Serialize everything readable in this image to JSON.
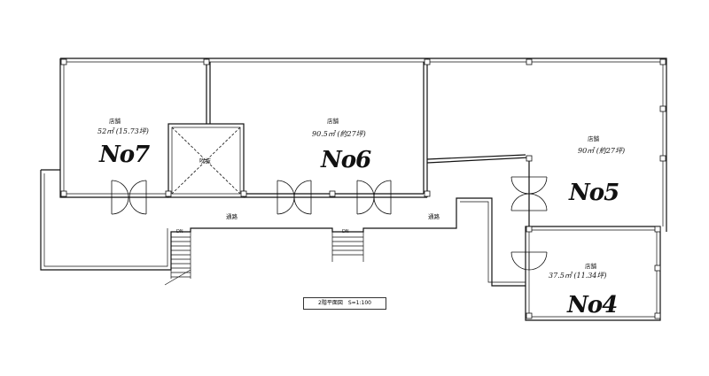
{
  "floor_plan": {
    "shops": [
      {
        "id": "no7",
        "label": "店舗",
        "area": "52㎡ (15.73坪)",
        "number": "No7"
      },
      {
        "id": "no6",
        "label": "店舗",
        "area": "90.5㎡ (約27坪)",
        "number": "No6"
      },
      {
        "id": "no5",
        "label": "店舗",
        "area": "90㎡ (約27坪)",
        "number": "No5"
      },
      {
        "id": "no4",
        "label": "店舗",
        "area": "37.5㎡ (11.34坪)",
        "number": "No4"
      }
    ],
    "elevator_label": "吹抜",
    "corridor_labels": [
      "通路",
      "通路"
    ],
    "stair_labels": [
      "DN",
      "DN"
    ],
    "scale_caption": "2階平面図　S=1:100"
  }
}
